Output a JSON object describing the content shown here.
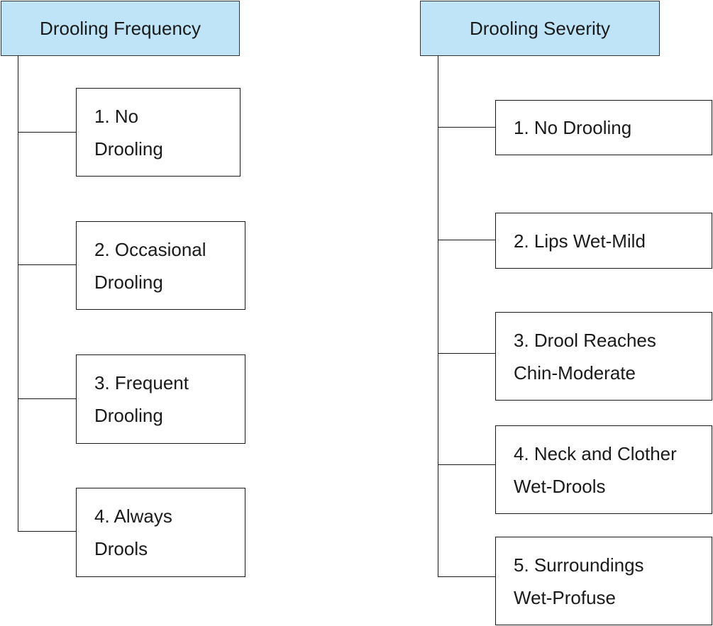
{
  "colors": {
    "header_fill": "#bfe3f7",
    "line": "#1a1a1a"
  },
  "frequency": {
    "title": "Drooling Frequency",
    "items": [
      {
        "label": "1. No\nDrooling"
      },
      {
        "label": "2. Occasional\nDrooling"
      },
      {
        "label": "3. Frequent\nDrooling"
      },
      {
        "label": "4. Always\nDrools"
      }
    ]
  },
  "severity": {
    "title": "Drooling Severity",
    "items": [
      {
        "label": "1. No Drooling"
      },
      {
        "label": "2. Lips Wet-Mild"
      },
      {
        "label": "3. Drool Reaches\nChin-Moderate"
      },
      {
        "label": "4. Neck and Clother\nWet-Drools"
      },
      {
        "label": "5. Surroundings\nWet-Profuse"
      }
    ]
  }
}
